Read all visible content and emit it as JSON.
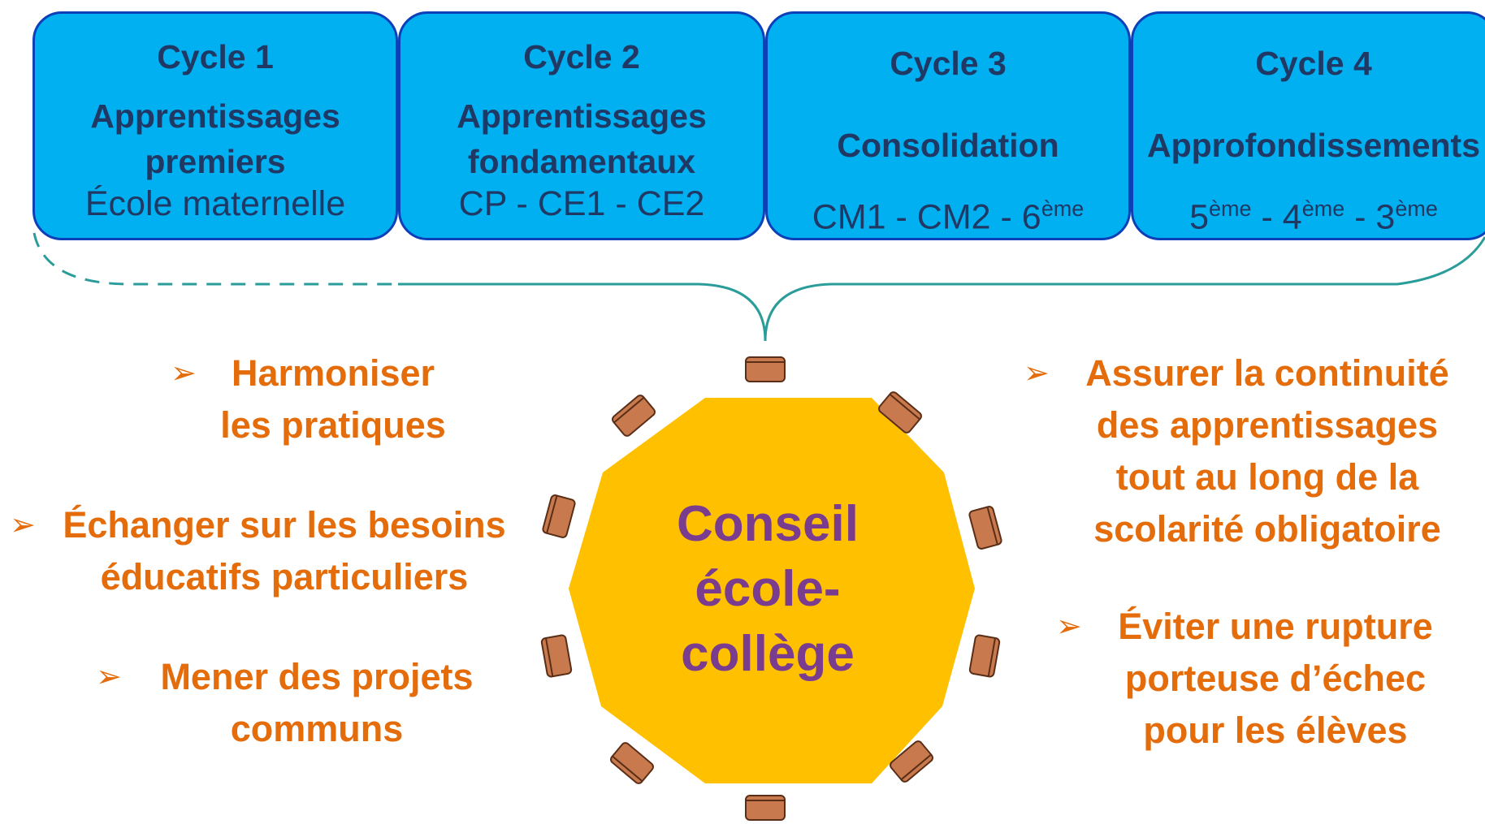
{
  "cycles": [
    {
      "title": "Cycle 1",
      "subtitle": "Apprentissages premiers",
      "levels": "École maternelle"
    },
    {
      "title": "Cycle 2",
      "subtitle": "Apprentissages fondamentaux",
      "levels": "CP  -  CE1  -  CE2"
    },
    {
      "title": "Cycle 3",
      "subtitle": "Consolidation",
      "levels_parts": [
        "CM1  -  CM2  -  6",
        "ème"
      ]
    },
    {
      "title": "Cycle 4",
      "subtitle": "Approfondissements",
      "levels_parts": [
        "5",
        "ème",
        "  -  4",
        "ème",
        "  -  3",
        "ème"
      ]
    }
  ],
  "center": {
    "line1": "Conseil",
    "line2": "école-",
    "line3": "collège"
  },
  "left_goals": [
    {
      "lines": [
        "Harmoniser",
        "les pratiques"
      ]
    },
    {
      "lines": [
        "Échanger sur les besoins",
        "éducatifs particuliers"
      ]
    },
    {
      "lines": [
        "Mener des projets",
        "communs"
      ]
    }
  ],
  "right_goals": [
    {
      "lines": [
        "Assurer la continuité",
        "des apprentissages",
        "tout au long de la",
        "scolarité obligatoire"
      ]
    },
    {
      "lines": [
        "Éviter une rupture",
        "porteuse d’échec",
        "pour les élèves"
      ]
    }
  ],
  "bullet_symbol": "➢",
  "colors": {
    "cycle_box": "#00b0f0",
    "cycle_border": "#0d3fb8",
    "cycle_text": "#1f3864",
    "table": "#ffc000",
    "center_text": "#7a3c8f",
    "goal_text": "#e46c0a",
    "chair": "#c87a4e",
    "brace": "#2a9d9a"
  }
}
